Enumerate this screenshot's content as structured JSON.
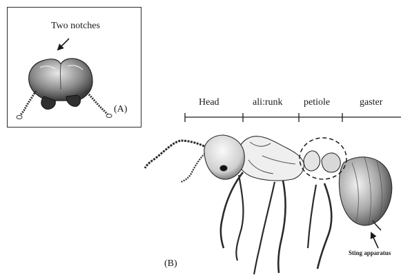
{
  "panel_a": {
    "label": "(A)",
    "annotation": "Two notches"
  },
  "panel_b": {
    "label": "(B)",
    "segments": [
      "Head",
      "ali:runk",
      "petiole",
      "gaster"
    ],
    "annotation": "Sting apparatus"
  }
}
